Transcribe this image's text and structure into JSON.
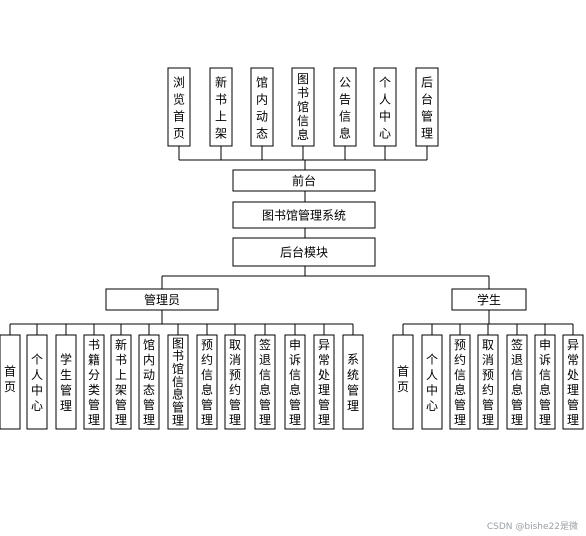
{
  "top_modules": [
    "浏览首页",
    "新书上架",
    "馆内动态",
    "图书馆信息",
    "公告信息",
    "个人中心",
    "后台管理"
  ],
  "front": "前台",
  "system": "图书馆管理系统",
  "backend": "后台模块",
  "roles": {
    "admin": {
      "label": "管理员",
      "modules": [
        "首页",
        "个人中心",
        "学生管理",
        "书籍分类管理",
        "新书上架管理",
        "馆内动态管理",
        "图书馆信息管理",
        "预约信息管理",
        "取消预约管理",
        "签退信息管理",
        "申诉信息管理",
        "异常处理管理",
        "系统管理"
      ]
    },
    "student": {
      "label": "学生",
      "modules": [
        "首页",
        "个人中心",
        "预约信息管理",
        "取消预约管理",
        "签退信息管理",
        "申诉信息管理",
        "异常处理管理"
      ]
    }
  },
  "watermark": "CSDN @bishe22是微"
}
